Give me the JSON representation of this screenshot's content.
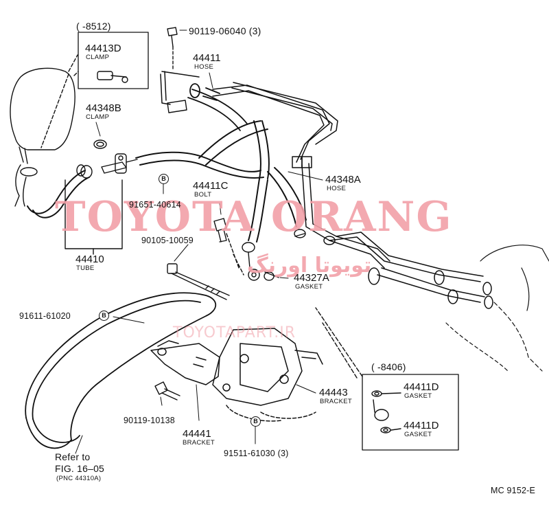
{
  "watermark": {
    "main": "TOYOTA ORANG",
    "persian": "تویوتا اورنگ",
    "url": "TOYOTAPART.IR"
  },
  "reference_code": "MC 9152-E",
  "marker_letter": "B",
  "top_group": {
    "date_range": "(      -8512)",
    "part_no": "44413D",
    "name": "CLAMP"
  },
  "bottom_group": {
    "date_range": "(      -8406)",
    "items": [
      {
        "part_no": "44411D",
        "name": "GASKET"
      },
      {
        "part_no": "44411D",
        "name": "GASKET"
      }
    ]
  },
  "parts": {
    "bolt_top": "90119-06040 (3)",
    "hose_44411": {
      "part_no": "44411",
      "name": "HOSE"
    },
    "clamp_44348B": {
      "part_no": "44348B",
      "name": "CLAMP"
    },
    "hose_44348A": {
      "part_no": "44348A",
      "name": "HOSE"
    },
    "bolt_44411C": {
      "part_no": "44411C",
      "name": "BOLT"
    },
    "code_91651": "91651-40614",
    "tube_44410": {
      "part_no": "44410",
      "name": "TUBE"
    },
    "bolt_90105": "90105-10059",
    "gasket_44327A": {
      "part_no": "44327A",
      "name": "GASKET"
    },
    "code_91611": "91611-61020",
    "bracket_44443": {
      "part_no": "44443",
      "name": "BRACKET"
    },
    "bolt_90119_10138": "90119-10138",
    "bracket_44441": {
      "part_no": "44441",
      "name": "BRACKET"
    },
    "code_91511": "91511-61030 (3)"
  },
  "refer": {
    "line1": "Refer to",
    "line2": "FIG. 16–05",
    "line3": "(PNC 44310A)"
  }
}
